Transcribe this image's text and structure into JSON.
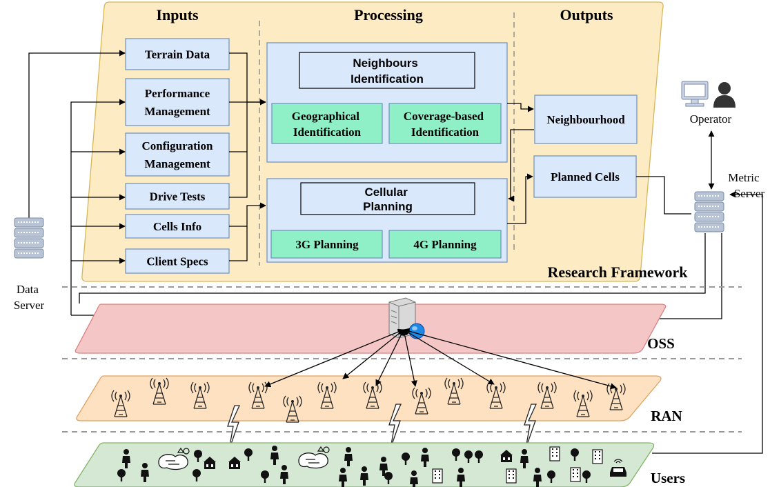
{
  "sections": {
    "inputs": "Inputs",
    "processing": "Processing",
    "outputs": "Outputs",
    "framework": "Research Framework"
  },
  "inputs": [
    {
      "label": [
        "Terrain Data"
      ]
    },
    {
      "label": [
        "Performance",
        "Management"
      ]
    },
    {
      "label": [
        "Configuration",
        "Management"
      ]
    },
    {
      "label": [
        "Drive Tests"
      ]
    },
    {
      "label": [
        "Cells Info"
      ]
    },
    {
      "label": [
        "Client Specs"
      ]
    }
  ],
  "processing": {
    "neighbours": {
      "title": [
        "Neighbours",
        "Identification"
      ],
      "sub1": [
        "Geographical",
        "Identification"
      ],
      "sub2": [
        "Coverage-based",
        "Identification"
      ]
    },
    "planning": {
      "title": [
        "Cellular",
        "Planning"
      ],
      "sub1": [
        "3G Planning"
      ],
      "sub2": [
        "4G Planning"
      ]
    }
  },
  "outputs": [
    {
      "label": [
        "Neighbourhood"
      ]
    },
    {
      "label": [
        "Planned Cells"
      ]
    }
  ],
  "actors": {
    "operator": "Operator",
    "metric_server": [
      "Metric",
      "Server"
    ],
    "data_server": [
      "Data",
      "Server"
    ]
  },
  "layers": {
    "oss": "OSS",
    "ran": "RAN",
    "users": "Users"
  },
  "colors": {
    "framework_fill": "#fdebc4",
    "framework_stroke": "#d6b656",
    "box_fill": "#dae8fc",
    "box_stroke": "#6c8ebf",
    "sub_fill": "#8ff0c8",
    "oss_fill": "#f5c6c6",
    "oss_stroke": "#d88080",
    "ran_fill": "#fde1c0",
    "ran_stroke": "#e0a060",
    "users_fill": "#d5e8d4",
    "users_stroke": "#82b366"
  }
}
